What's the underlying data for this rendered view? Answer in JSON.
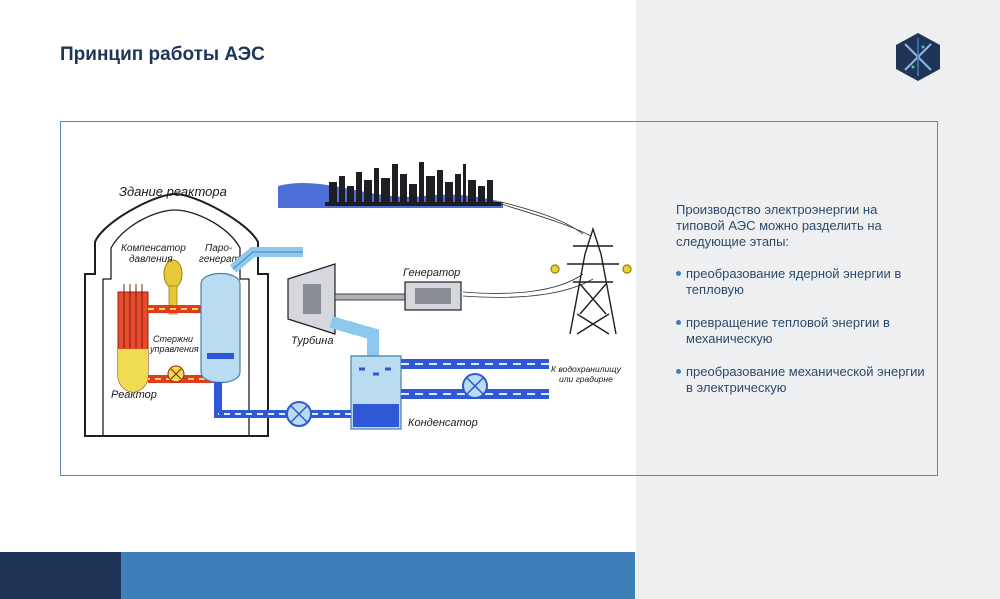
{
  "slide": {
    "title": "Принцип работы АЭС"
  },
  "diagram": {
    "labels": {
      "reactor_building": "Здание реактора",
      "pressurizer_line1": "Компенсатор",
      "pressurizer_line2": "давления",
      "steam_gen_line1": "Паро-",
      "steam_gen_line2": "генератор",
      "control_rods_line1": "Стержни",
      "control_rods_line2": "управления",
      "reactor": "Реактор",
      "turbine": "Турбина",
      "generator": "Генератор",
      "condenser": "Конденсатор",
      "reservoir_line1": "К водохранилищу",
      "reservoir_line2": "или градирне"
    }
  },
  "description": {
    "intro": "Производство электроэнергии на типовой АЭС можно разделить на следующие этапы:",
    "stages": [
      "преобразование ядерной энергии в тепловую",
      "превращение тепловой энергии в механическую",
      "преобразование механической энергии в электрическую"
    ]
  },
  "colors": {
    "title": "#1f3558",
    "accent_dark": "#1f3558",
    "accent_light": "#3d7fb9",
    "panel_bg": "#eeeff1"
  }
}
